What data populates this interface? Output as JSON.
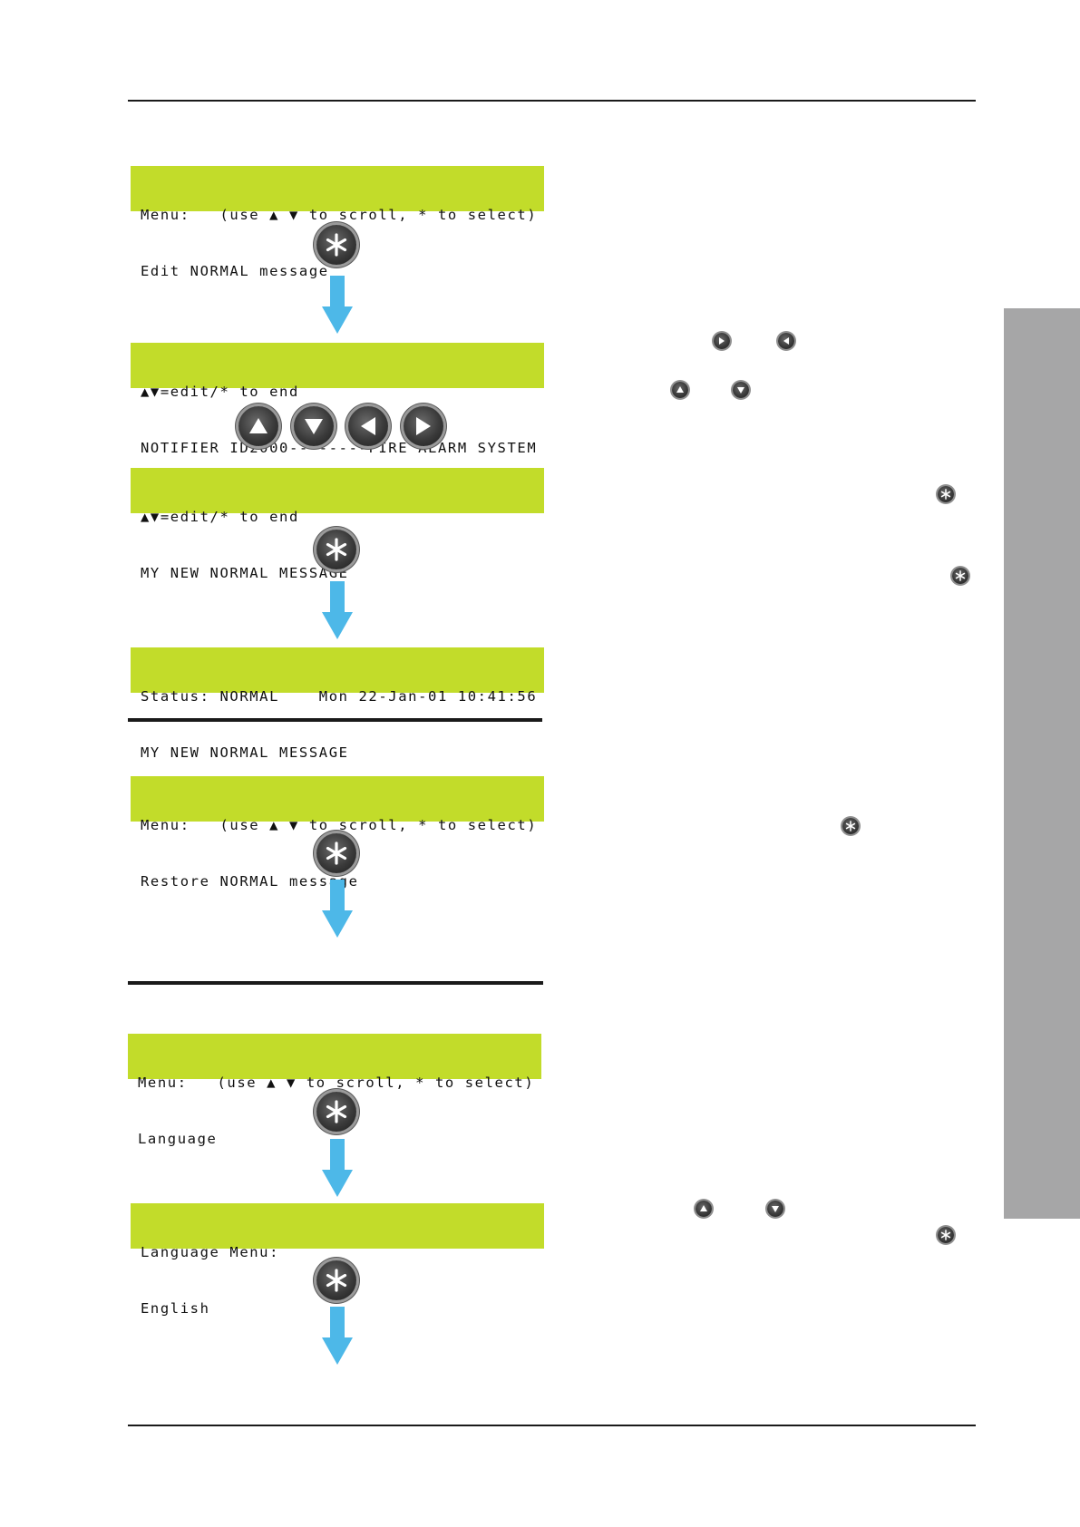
{
  "colors": {
    "lcd": "#c2dc2a",
    "arrow": "#4db8e8",
    "tab": "#a6a6a7"
  },
  "screens": [
    {
      "line1": "Menu:   (use ▲ ▼ to scroll, * to select)",
      "line2": "Edit NORMAL message"
    },
    {
      "line1": "▲▼=edit/* to end",
      "line2": "NOTIFIER ID2000--------FIRE ALARM SYSTEM"
    },
    {
      "line1": "▲▼=edit/* to end",
      "line2": "MY NEW NORMAL MESSAGE"
    },
    {
      "line1": "Status: NORMAL    Mon 22-Jan-01 10:41:56",
      "line2": "MY NEW NORMAL MESSAGE"
    },
    {
      "line1": "Menu:   (use ▲ ▼ to scroll, * to select)",
      "line2": "Restore NORMAL message"
    },
    {
      "line1": "Menu:   (use ▲ ▼ to scroll, * to select)",
      "line2": "Language"
    },
    {
      "line1": "Language Menu:",
      "line2": "English"
    }
  ],
  "icons": {
    "select": "asterisk-icon",
    "up": "triangle-up-icon",
    "down": "triangle-down-icon",
    "left": "triangle-left-icon",
    "right": "triangle-right-icon",
    "flow": "arrow-down-icon"
  }
}
